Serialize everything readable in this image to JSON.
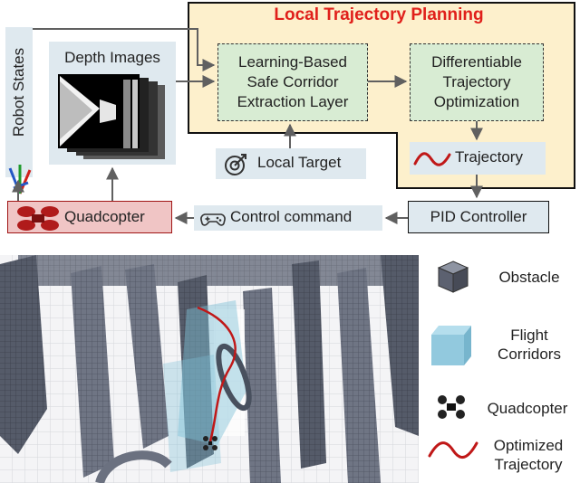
{
  "diagram": {
    "region_title": "Local Trajectory Planning",
    "robot_states": "Robot States",
    "depth_images": "Depth Images",
    "corridor_layer": [
      "Learning-Based",
      "Safe Corridor",
      "Extraction Layer"
    ],
    "trajectory_optimization": [
      "Differentiable",
      "Trajectory",
      "Optimization"
    ],
    "trajectory": "Trajectory",
    "local_target": "Local Target",
    "pid_controller": "PID Controller",
    "control_command": "Control command",
    "quadcopter": "Quadcopter"
  },
  "legend": {
    "obstacle": "Obstacle",
    "flight_corridors": [
      "Flight",
      "Corridors"
    ],
    "quadcopter": "Quadcopter",
    "optimized_trajectory": [
      "Optimized",
      "Trajectory"
    ]
  },
  "colors": {
    "planning_bg": "#fdf0cc",
    "planning_border": "#111111",
    "title_red": "#e0201b",
    "module_green": "#d8ecd3",
    "node_blue": "#dfe9ef",
    "quad_pink": "#f0c5c5",
    "quad_border": "#a01515",
    "arrow": "#606060",
    "obstacle": "#6b7180",
    "corridor": "#7fc0d8",
    "trajectory_red": "#c01818"
  }
}
